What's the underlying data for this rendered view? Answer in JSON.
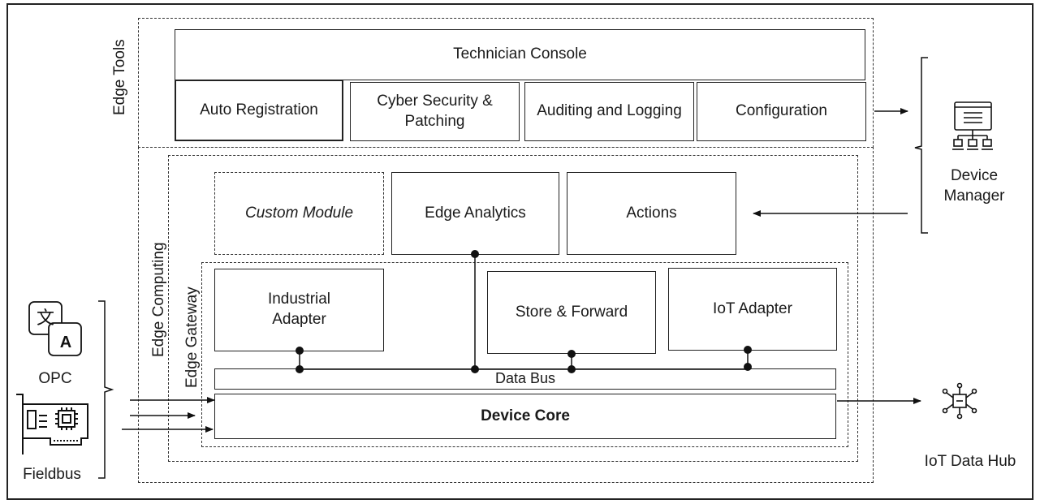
{
  "edge_tools": {
    "label": "Edge Tools",
    "technician_console": "Technician Console",
    "auto_registration": "Auto Registration",
    "cyber_security": "Cyber Security & Patching",
    "auditing": "Auditing and Logging",
    "configuration": "Configuration"
  },
  "edge_computing": {
    "label": "Edge Computing",
    "custom_module": "Custom Module",
    "edge_analytics": "Edge Analytics",
    "actions": "Actions"
  },
  "edge_gateway": {
    "label": "Edge Gateway",
    "industrial_adapter": "Industrial Adapter",
    "store_forward": "Store & Forward",
    "iot_adapter": "IoT Adapter",
    "data_bus": "Data Bus",
    "device_core": "Device Core"
  },
  "external": {
    "device_manager": "Device Manager",
    "iot_data_hub": "IoT Data Hub",
    "opc": "OPC",
    "fieldbus": "Fieldbus"
  },
  "icons": {
    "device_manager": "network-monitor-icon",
    "iot_data_hub": "iot-chip-icon",
    "opc": "translate-icon",
    "fieldbus": "pci-card-icon"
  }
}
